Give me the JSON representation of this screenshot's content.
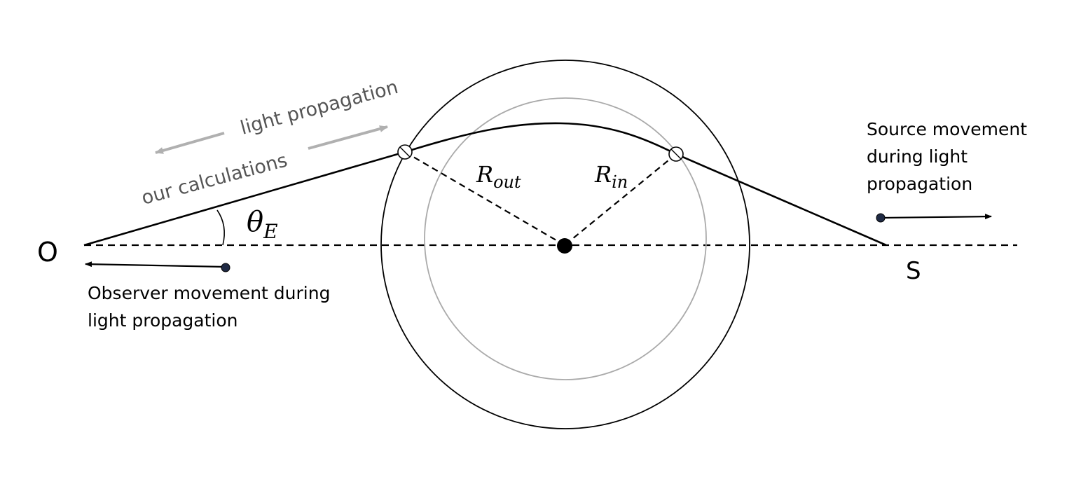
{
  "labels": {
    "observer": "O",
    "source": "S",
    "theta": "θ",
    "theta_sub": "E",
    "r_out": "R",
    "r_out_sub": "out",
    "r_in": "R",
    "r_in_sub": "in",
    "light_propagation": "light propagation",
    "our_calculations": "our calculations",
    "observer_movement_line1": "Observer movement during",
    "observer_movement_line2": "light propagation",
    "source_movement_line1": "Source movement",
    "source_movement_line2": "during light",
    "source_movement_line3": "propagation"
  },
  "colors": {
    "ink": "#000000",
    "gray_text": "#555555",
    "gray_arrow": "#b0b0b0",
    "inner_circle": "#aaaaaa",
    "dot_fill": "#1f2a44"
  }
}
